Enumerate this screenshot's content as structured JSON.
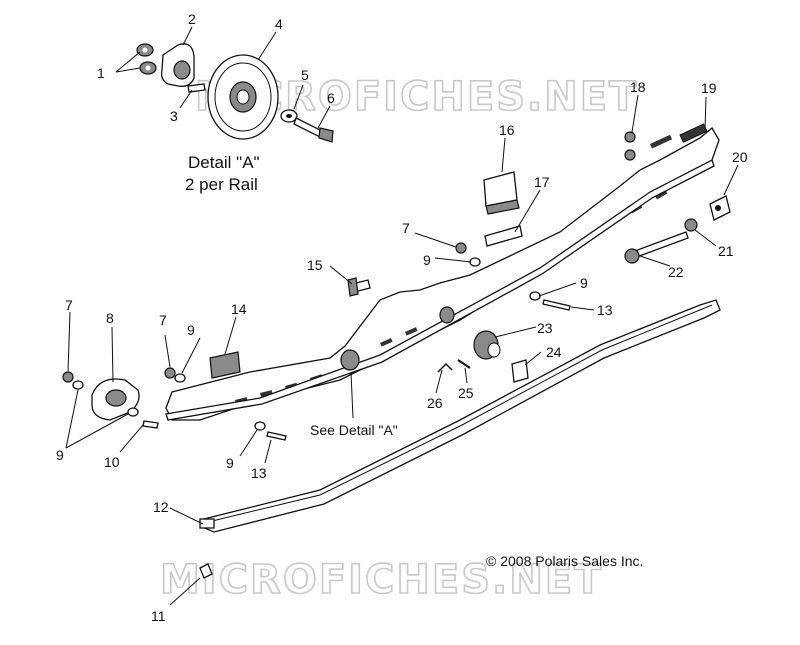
{
  "watermark": "MICROFICHES.NET",
  "detail_caption": {
    "line1": "Detail \"A\"",
    "line2": "2 per Rail"
  },
  "see_detail_label": "See Detail \"A\"",
  "copyright": "© 2008 Polaris Sales Inc.",
  "callouts": [
    "1",
    "2",
    "3",
    "4",
    "5",
    "6",
    "7",
    "8",
    "9",
    "10",
    "11",
    "12",
    "13",
    "14",
    "15",
    "16",
    "17",
    "18",
    "19",
    "20",
    "21",
    "22",
    "23",
    "24",
    "25",
    "26"
  ]
}
